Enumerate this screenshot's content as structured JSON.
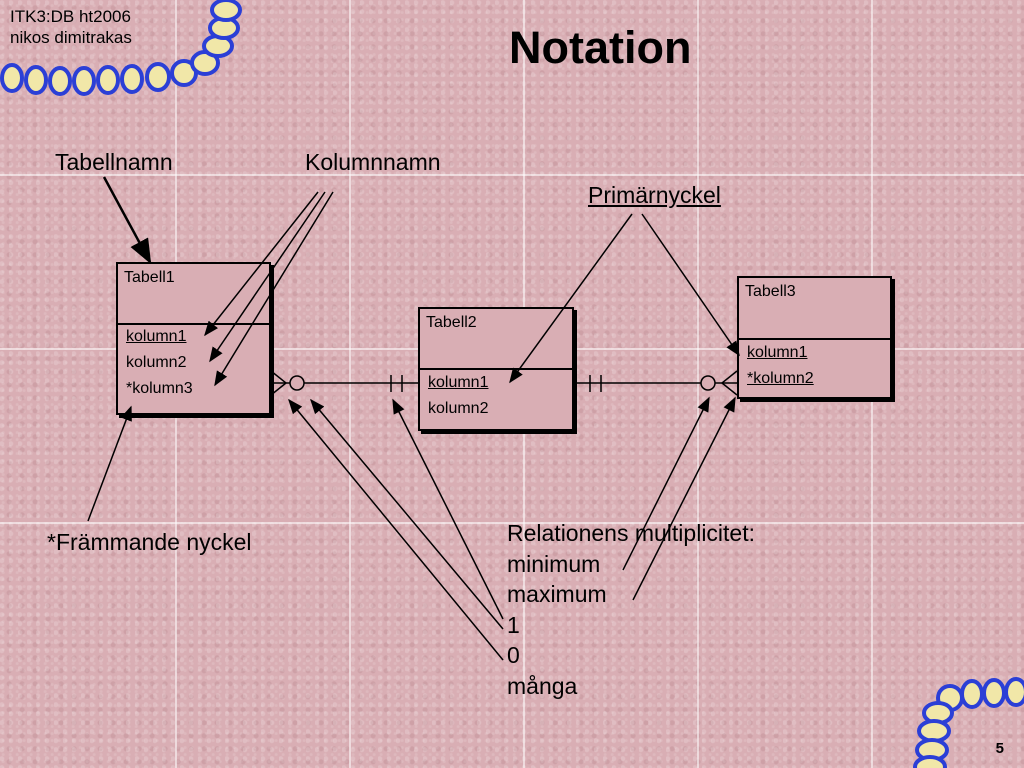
{
  "header": {
    "line1": "ITK3:DB ht2006",
    "line2": "nikos dimitrakas"
  },
  "title": "Notation",
  "page_number": "5",
  "labels": {
    "tabellnamn": "Tabellnamn",
    "kolumnnamn": "Kolumnnamn",
    "primarnyckel": "Primärnyckel",
    "frammande": "*Främmande nyckel"
  },
  "multiplicity": {
    "heading": "Relationens multiplicitet:",
    "items": [
      "minimum",
      "maximum",
      "1",
      "0",
      "många"
    ]
  },
  "tables": [
    {
      "name": "Tabell1",
      "columns": [
        "kolumn1",
        "kolumn2",
        "*kolumn3"
      ]
    },
    {
      "name": "Tabell2",
      "columns": [
        "kolumn1",
        "kolumn2"
      ]
    },
    {
      "name": "Tabell3",
      "columns": [
        "kolumn1",
        "*kolumn2"
      ]
    }
  ],
  "colors": {
    "background": "#d9aeb4",
    "coil": "#2b3fd6",
    "coil_inner": "#f1e7a8"
  }
}
